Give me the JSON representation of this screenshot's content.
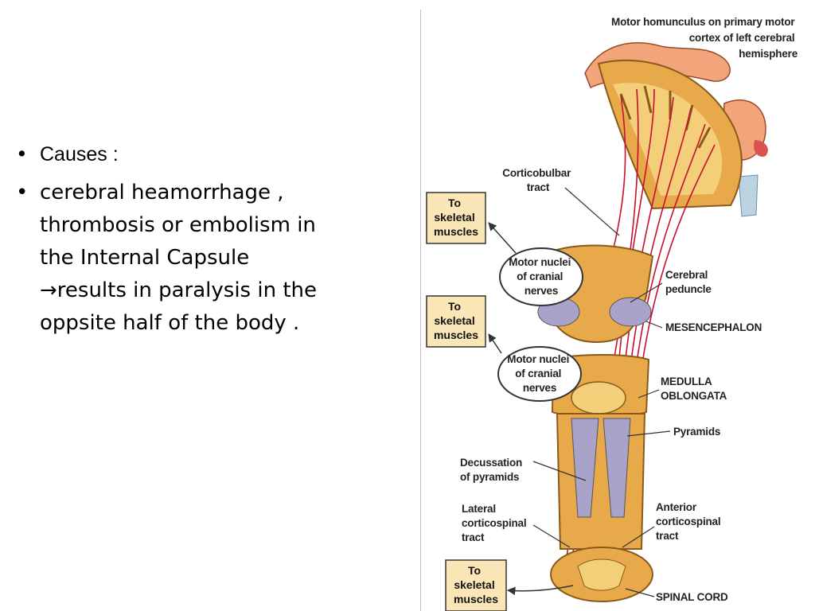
{
  "slide": {
    "bullets": [
      {
        "text": "Causes :"
      },
      {
        "lines": [
          "cerebral heamorrhage ,",
          "thrombosis or embolism in",
          "the Internal Capsule",
          "→results in paralysis in the",
          "oppsite half of the body ."
        ]
      }
    ]
  },
  "figure": {
    "title_lines": [
      "Motor homunculus on primary motor",
      "cortex of left cerebral",
      "hemisphere"
    ],
    "labels": {
      "corticobulbar": [
        "Corticobulbar",
        "tract"
      ],
      "motor_nuclei_1": [
        "Motor nuclei",
        "of cranial",
        "nerves"
      ],
      "motor_nuclei_2": [
        "Motor nuclei",
        "of cranial",
        "nerves"
      ],
      "cerebral_peduncle": [
        "Cerebral",
        "peduncle"
      ],
      "mesencephalon": "MESENCEPHALON",
      "medulla": [
        "MEDULLA",
        "OBLONGATA"
      ],
      "pyramids": "Pyramids",
      "decussation": [
        "Decussation",
        "of pyramids"
      ],
      "lateral_cst": [
        "Lateral",
        "corticospinal",
        "tract"
      ],
      "anterior_cst": [
        "Anterior",
        "corticospinal",
        "tract"
      ],
      "spinal_cord": "SPINAL CORD"
    },
    "boxes": [
      [
        "To",
        "skeletal",
        "muscles"
      ],
      [
        "To",
        "skeletal",
        "muscles"
      ],
      [
        "To",
        "skeletal",
        "muscles"
      ]
    ],
    "colors": {
      "tract": "#c8102e",
      "tissue": "#e8a94a",
      "tissue_light": "#f3cf7a",
      "white_matter": "#a9a3c9",
      "skin": "#f0a070"
    }
  }
}
